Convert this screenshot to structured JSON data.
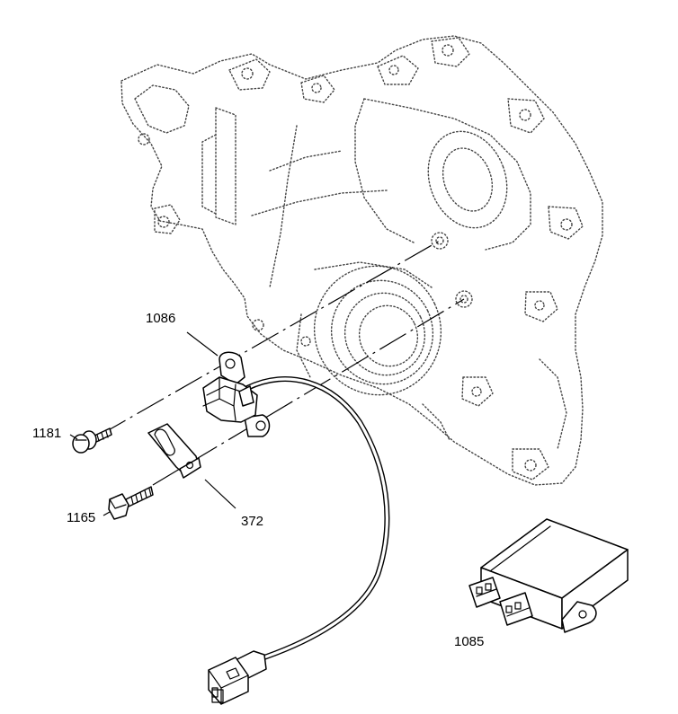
{
  "callouts": {
    "c1086": "1086",
    "c1181": "1181",
    "c1165": "1165",
    "c372": "372",
    "c1085": "1085"
  },
  "icons": {
    "engine_cover": "timing-cover-outline-icon",
    "sensor": "crankshaft-position-sensor-icon",
    "bolt_short": "bolt-1181-icon",
    "bolt_long": "bolt-1165-icon",
    "bracket": "bracket-372-icon",
    "harness": "wiring-harness-icon",
    "connector": "harness-connector-icon",
    "module": "control-module-1085-icon"
  },
  "colors": {
    "line": "#000000",
    "phantom": "#444444",
    "background": "#ffffff"
  }
}
